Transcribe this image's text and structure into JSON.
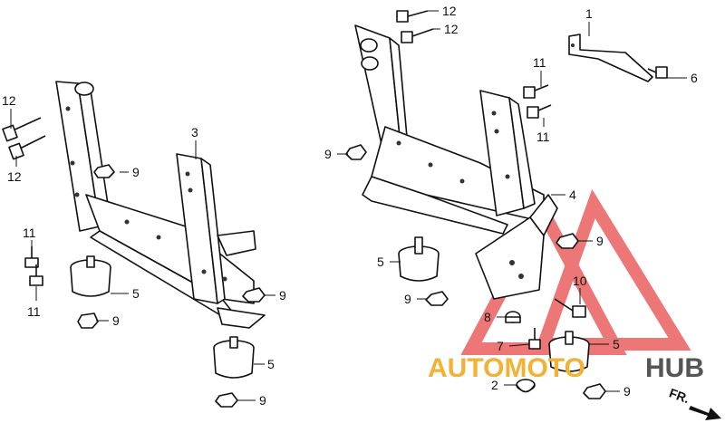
{
  "callouts": [
    {
      "id": "c1",
      "text": "1"
    },
    {
      "id": "c2",
      "text": "2"
    },
    {
      "id": "c3",
      "text": "3"
    },
    {
      "id": "c4",
      "text": "4"
    },
    {
      "id": "c5a",
      "text": "5"
    },
    {
      "id": "c5b",
      "text": "5"
    },
    {
      "id": "c5c",
      "text": "5"
    },
    {
      "id": "c5d",
      "text": "5"
    },
    {
      "id": "c6",
      "text": "6"
    },
    {
      "id": "c7",
      "text": "7"
    },
    {
      "id": "c8",
      "text": "8"
    },
    {
      "id": "c9a",
      "text": "9"
    },
    {
      "id": "c9b",
      "text": "9"
    },
    {
      "id": "c9c",
      "text": "9"
    },
    {
      "id": "c9d",
      "text": "9"
    },
    {
      "id": "c9e",
      "text": "9"
    },
    {
      "id": "c9f",
      "text": "9"
    },
    {
      "id": "c9g",
      "text": "9"
    },
    {
      "id": "c9h",
      "text": "9"
    },
    {
      "id": "c10",
      "text": "10"
    },
    {
      "id": "c11a",
      "text": "11"
    },
    {
      "id": "c11b",
      "text": "11"
    },
    {
      "id": "c11c",
      "text": "11"
    },
    {
      "id": "c11d",
      "text": "11"
    },
    {
      "id": "c12a",
      "text": "12"
    },
    {
      "id": "c12b",
      "text": "12"
    },
    {
      "id": "c12c",
      "text": "12"
    },
    {
      "id": "c12d",
      "text": "12"
    }
  ],
  "front_indicator": "FR.",
  "watermark": {
    "part1": "AUTOMOTO",
    "part2": "HUB",
    "color_main": "#f2b233",
    "color_hub": "#555555",
    "triangle_color": "#e84a4a"
  }
}
